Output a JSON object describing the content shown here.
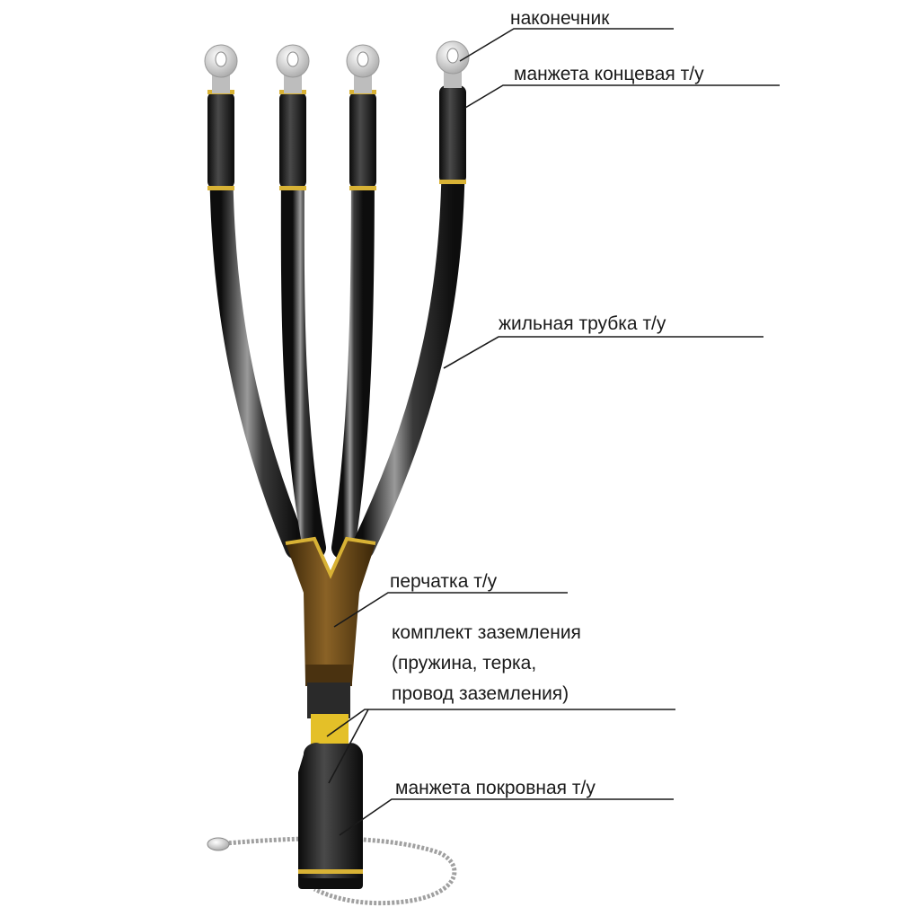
{
  "labels": {
    "tip": "наконечник",
    "end_cuff": "манжета концевая т/у",
    "core_tube": "жильная трубка т/у",
    "glove": "перчатка т/у",
    "grounding_line1": "комплект заземления",
    "grounding_line2": "(пружина,  терка,",
    "grounding_line3": "провод заземления)",
    "cover_cuff": "манжета покровная т/у"
  },
  "colors": {
    "tube": "#1c1c1c",
    "glove": "#6b4a1c",
    "band": "#d8b235",
    "lug": "#d9d9d9",
    "braid": "#a0a0a0"
  }
}
